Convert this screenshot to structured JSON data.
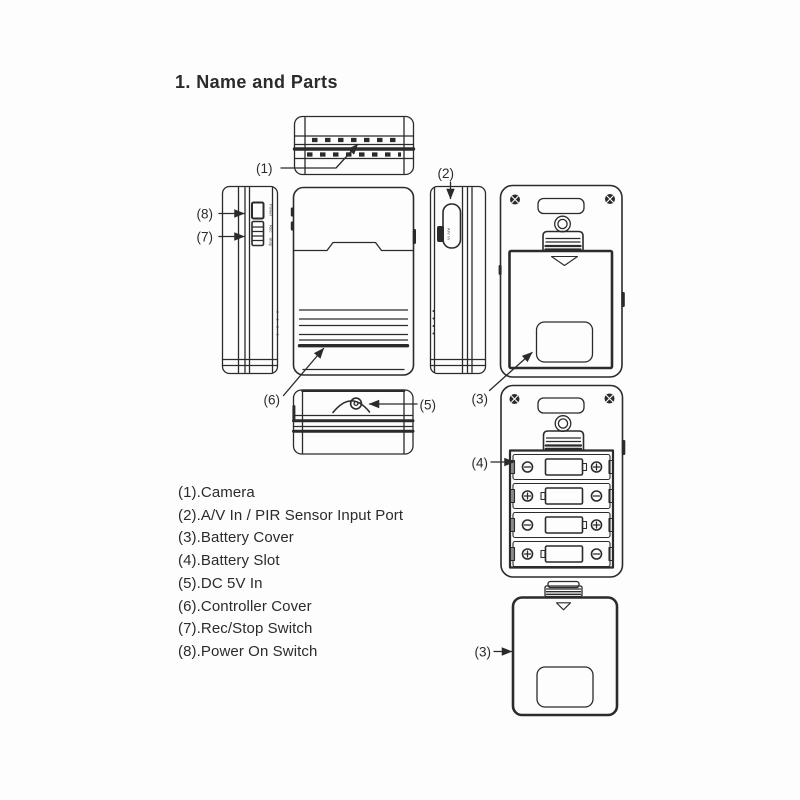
{
  "page": {
    "title": "1. Name and Parts"
  },
  "callouts": {
    "camera": "(1)",
    "av_in": "(2)",
    "battery_cover_back": "(3)",
    "battery_slot": "(4)",
    "dc_in": "(5)",
    "controller_cover": "(6)",
    "rec_stop": "(7)",
    "power_on": "(8)",
    "battery_cover_alone": "(3)"
  },
  "switch_labels": {
    "power": "Power",
    "rec": "Rec",
    "stop": "Stop",
    "av": "A/V In"
  },
  "parts_list": [
    "(1).Camera",
    "(2).A/V In / PIR Sensor Input Port",
    "(3).Battery Cover",
    "(4).Battery Slot",
    "(5).DC 5V In",
    "(6).Controller Cover",
    "(7).Rec/Stop Switch",
    "(8).Power On Switch"
  ],
  "colors": {
    "ink": "#2b2b2b",
    "background": "#fdfdfd"
  }
}
